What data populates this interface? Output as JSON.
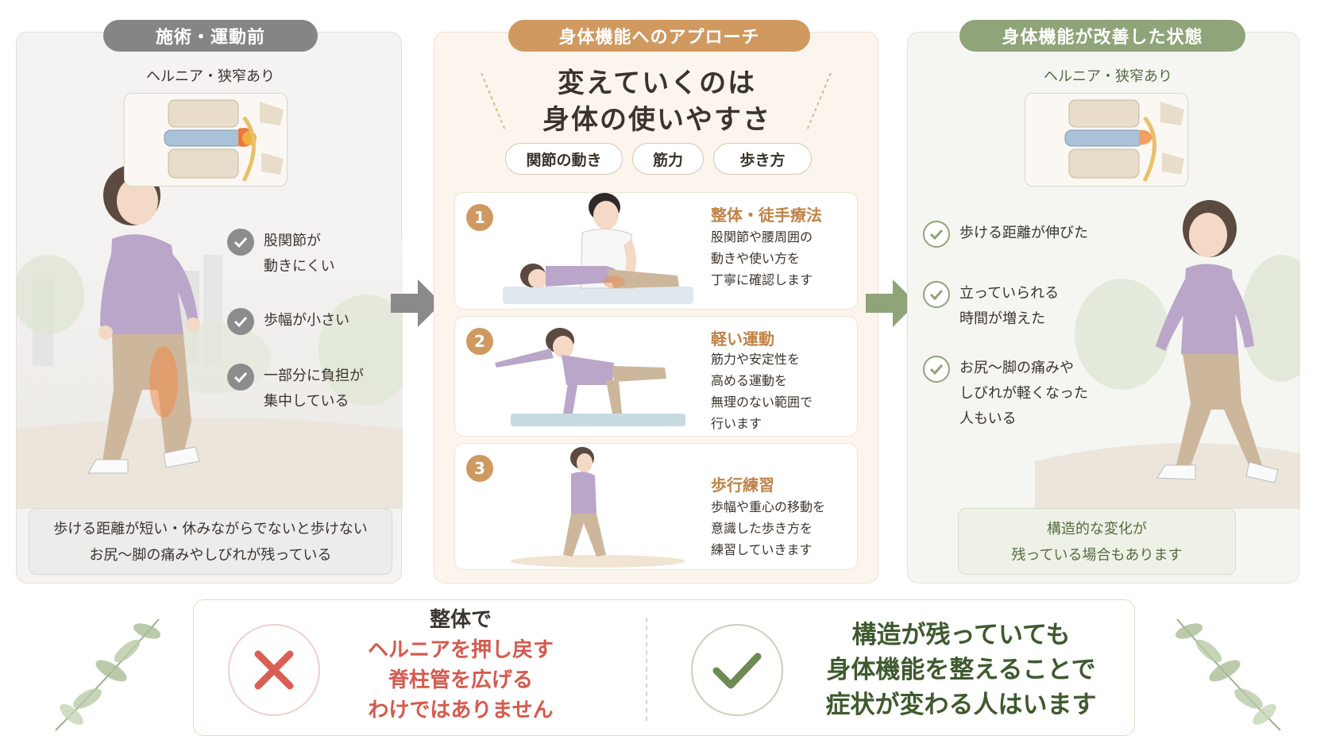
{
  "left": {
    "badge": "施術・運動前",
    "spine_label": "ヘルニア・狭窄あり",
    "checks": [
      "股関節が\n動きにくい",
      "歩幅が小さい",
      "一部分に負担が\n集中している"
    ],
    "note_line1": "歩ける距離が短い・休みながらでないと歩けない",
    "note_line2": "お尻〜脚の痛みやしびれが残っている"
  },
  "middle": {
    "badge": "身体機能へのアプローチ",
    "headline_line1": "変えていくのは",
    "headline_line2": "身体の使いやすさ",
    "tags": [
      "関節の動き",
      "筋力",
      "歩き方"
    ],
    "steps": [
      {
        "num": "1",
        "title": "整体・徒手療法",
        "lines": [
          "股関節や腰周囲の",
          "動きや使い方を",
          "丁寧に確認します"
        ]
      },
      {
        "num": "2",
        "title": "軽い運動",
        "lines": [
          "筋力や安定性を",
          "高める運動を",
          "無理のない範囲で",
          "行います"
        ]
      },
      {
        "num": "3",
        "title": "歩行練習",
        "lines": [
          "歩幅や重心の移動を",
          "意識した歩き方を",
          "練習していきます"
        ]
      }
    ]
  },
  "right": {
    "badge": "身体機能が改善した状態",
    "spine_label": "ヘルニア・狭窄あり",
    "checks": [
      "歩ける距離が伸びた",
      "立っていられる\n時間が増えた",
      "お尻〜脚の痛みや\nしびれが軽くなった\n人もいる"
    ],
    "note_line1": "構造的な変化が",
    "note_line2": "残っている場合もあります"
  },
  "banner": {
    "left_line1": "整体で",
    "left_line2": "ヘルニアを押し戻す",
    "left_line3": "脊柱管を広げる",
    "left_line4": "わけではありません",
    "right_line1": "構造が残っていても",
    "right_line2": "身体機能を整えることで",
    "right_line3": "症状が変わる人はいます"
  },
  "colors": {
    "gray_badge": "#858585",
    "orange_badge": "#cf9960",
    "green_badge": "#8fa478",
    "red_text": "#d55a4e",
    "green_text": "#3e5a2e"
  }
}
